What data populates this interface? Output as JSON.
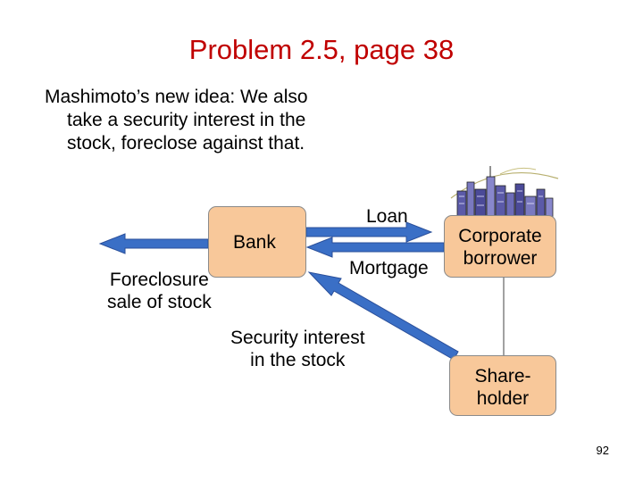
{
  "title": "Problem 2.5, page 38",
  "body": {
    "line1": "Mashimoto’s new idea: We also",
    "line2": "take a security interest in the",
    "line3": "stock, foreclose against that."
  },
  "nodes": {
    "bank": "Bank",
    "corporate_line1": "Corporate",
    "corporate_line2": "borrower",
    "shareholder_line1": "Share-",
    "shareholder_line2": "holder"
  },
  "arrows": {
    "loan": "Loan",
    "mortgage": "Mortgage",
    "foreclosure_line1": "Foreclosure",
    "foreclosure_line2": "sale of stock",
    "security_line1": "Security interest",
    "security_line2": "in the stock"
  },
  "colors": {
    "title": "#c00000",
    "box_fill": "#f8c89a",
    "arrow_fill": "#3a6fc6"
  },
  "icons": {
    "city": "city-skyline-clipart"
  },
  "page_number": "92"
}
